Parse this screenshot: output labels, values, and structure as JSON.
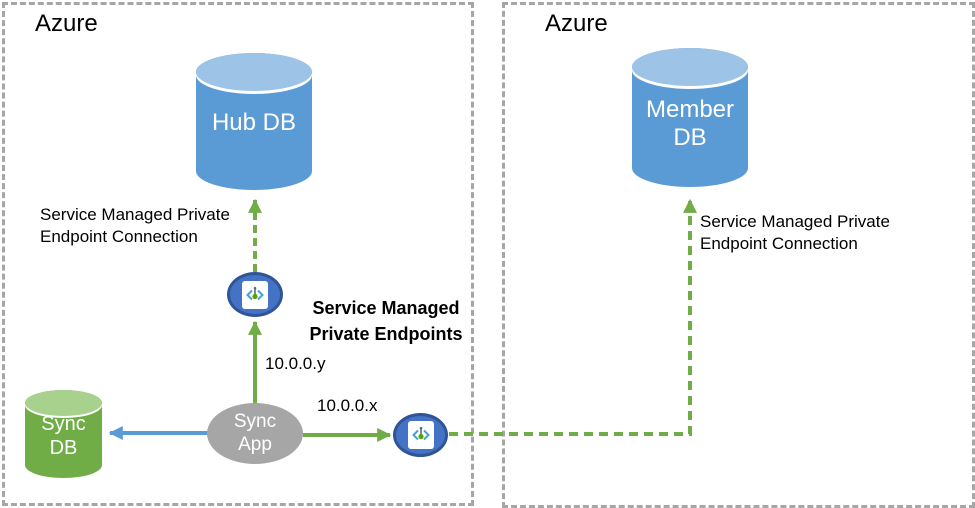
{
  "diagram": {
    "left_region": {
      "title": "Azure",
      "hub_db_label": "Hub DB",
      "sync_db_label": "Sync DB",
      "sync_app_label": "Sync App",
      "connection_label": "Service Managed Private Endpoint Connection",
      "endpoints_label": "Service Managed Private Endpoints",
      "ip_label_y": "10.0.0.y",
      "ip_label_x": "10.0.0.x"
    },
    "right_region": {
      "title": "Azure",
      "member_db_label": "Member DB",
      "connection_label": "Service Managed Private Endpoint Connection"
    },
    "icons": {
      "endpoint_icon_1": "private-endpoint-icon",
      "endpoint_icon_2": "private-endpoint-icon"
    },
    "colors": {
      "db_blue": "#5b9bd5",
      "db_blue_top": "#9dc3e6",
      "db_green": "#70ad47",
      "db_green_top": "#a9d18e",
      "app_gray": "#a6a6a6",
      "endpoint_fill": "#4472c4",
      "endpoint_border": "#2f5597",
      "arrow_green": "#70ad47",
      "arrow_blue": "#5b9bd5",
      "region_border_gray": "#a6a6a6",
      "glyph_bracket_blue": "#45a3da",
      "glyph_dot_green": "#57a300"
    }
  }
}
